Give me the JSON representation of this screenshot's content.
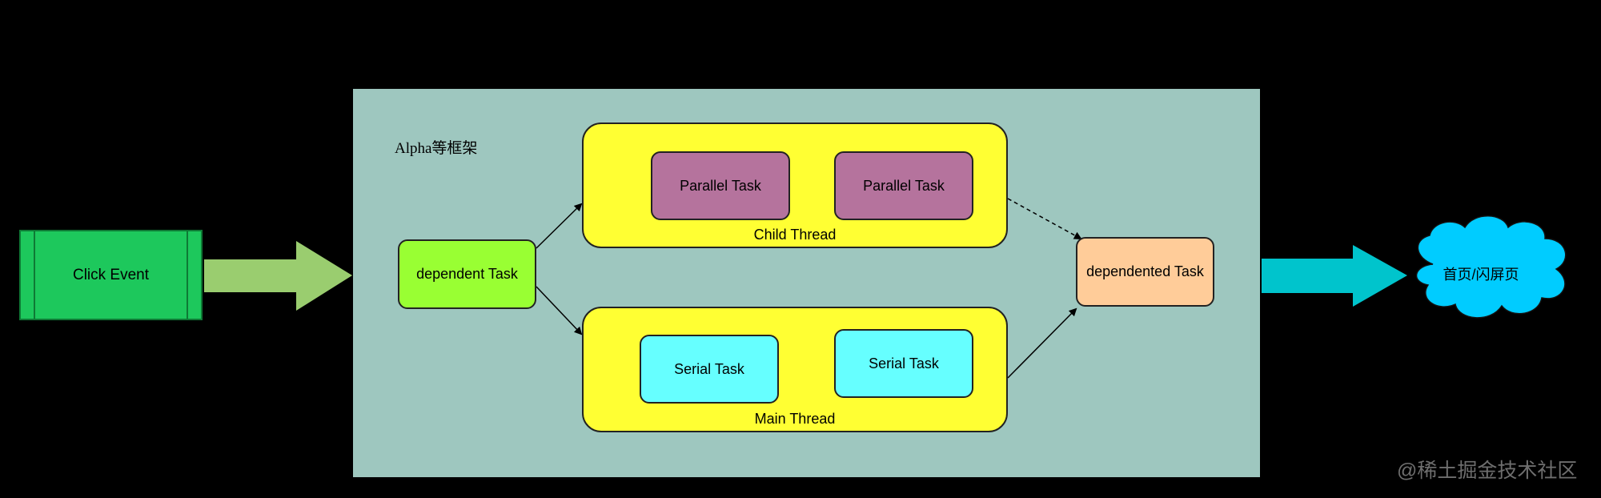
{
  "framework": {
    "label": "Alpha等框架"
  },
  "click_event": {
    "label": "Click Event"
  },
  "dependent_task": {
    "label": "dependent Task"
  },
  "child_thread": {
    "label": "Child Thread",
    "tasks": [
      "Parallel Task",
      "Parallel Task"
    ]
  },
  "main_thread": {
    "label": "Main Thread",
    "tasks": [
      "Serial Task",
      "Serial Task"
    ]
  },
  "dependented_task": {
    "label": "dependented Task"
  },
  "destination": {
    "label": "首页/闪屏页"
  },
  "watermark": {
    "text": "@稀土掘金技术社区"
  },
  "colors": {
    "background": "#000000",
    "framework_panel": "#9ec7bf",
    "click_event": "#1dc85c",
    "input_arrow": "#9acd6f",
    "output_arrow": "#00c4cc",
    "thread_box": "#ffff33",
    "parallel_task": "#b5739d",
    "serial_task": "#66ffff",
    "dependent_task": "#99ff33",
    "dependented_task": "#ffcc99",
    "cloud": "#00ccff"
  },
  "icons": {
    "destination_shape": "cloud-icon"
  }
}
